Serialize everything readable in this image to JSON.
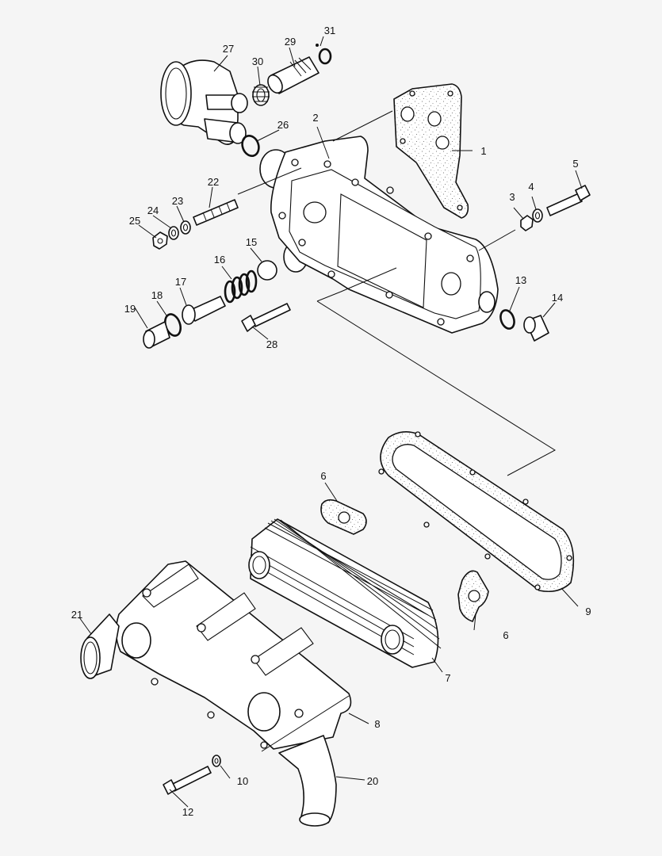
{
  "diagram": {
    "callouts": [
      "1",
      "2",
      "3",
      "4",
      "5",
      "6",
      "7",
      "8",
      "9",
      "10",
      "12",
      "13",
      "14",
      "15",
      "16",
      "17",
      "18",
      "19",
      "20",
      "21",
      "22",
      "23",
      "24",
      "25",
      "26",
      "27",
      "28",
      "29",
      "30",
      "31"
    ]
  }
}
